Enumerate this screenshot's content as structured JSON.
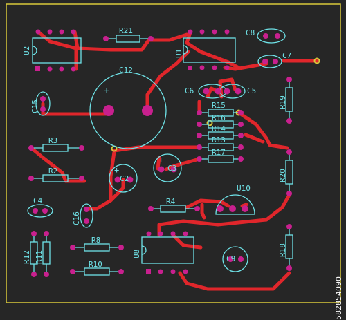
{
  "colors": {
    "background": "#262626",
    "border": "#d8c93a",
    "silk": "#6fe3e8",
    "trace": "#e0262b",
    "pad": "#c8208e",
    "via": "#d8c93a"
  },
  "components": {
    "u2": "U2",
    "r21": "R21",
    "u1": "U1",
    "c8": "C8",
    "c7": "C7",
    "c12": "C12",
    "c15": "C15",
    "c6": "C6",
    "c5": "C5",
    "r19": "R19",
    "r15": "R15",
    "r16": "R16",
    "r14": "R14",
    "r13": "R13",
    "r17": "R17",
    "r3": "R3",
    "r2": "R2",
    "c2": "C2",
    "c3": "C3",
    "u10": "U10",
    "c4": "C4",
    "c16": "C16",
    "r4": "R4",
    "r20": "R20",
    "r12": "R12",
    "r11": "R11",
    "r8": "R8",
    "r10": "R10",
    "u8": "U8",
    "c9": "C9",
    "r18": "R18"
  },
  "polarity_mark": "+",
  "watermark": "582854090"
}
